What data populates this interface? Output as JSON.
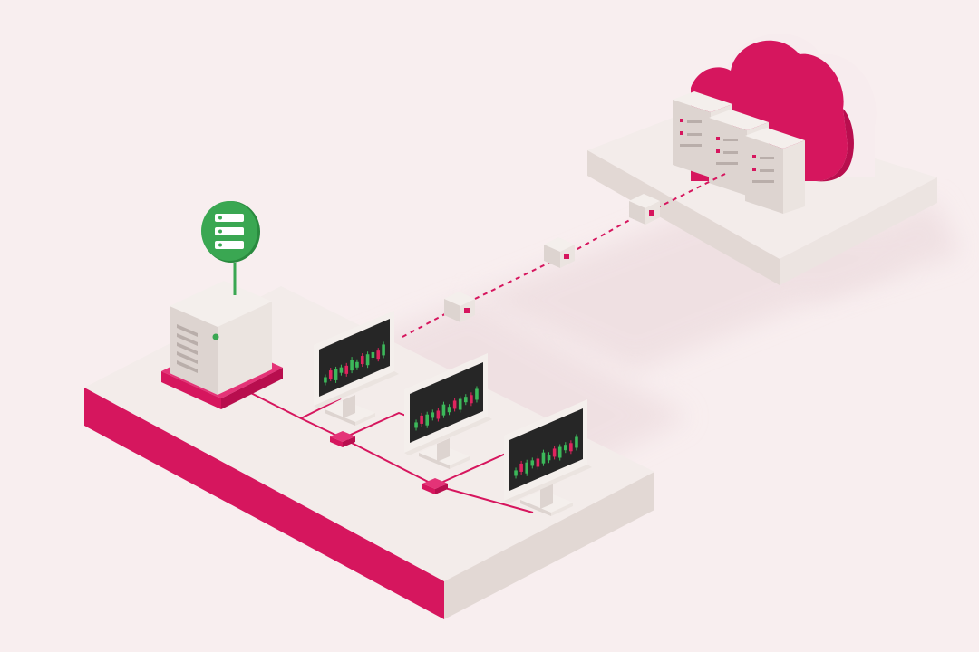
{
  "colors": {
    "background": "#f8eeef",
    "platform_top": "#f3ecea",
    "platform_side": "#e2d8d4",
    "platform_right": "#ece4e1",
    "accent": "#d6165e",
    "accent_dark": "#b80e4e",
    "accent_light": "#e43377",
    "server_top": "#f4efec",
    "server_left": "#ddd4d0",
    "server_right": "#ebe4e0",
    "status_green": "#3aa752",
    "status_green_dark": "#2a8a3f",
    "screen": "#262626",
    "candle_up": "#3cb85a",
    "candle_down": "#e0245e",
    "cloud_back": "#f7ecee"
  },
  "diagram": {
    "nodes": [
      {
        "id": "local-server",
        "icon": "server-icon",
        "status": "online",
        "status_icon": "server-status-icon"
      },
      {
        "id": "trading-monitor-1",
        "icon": "candlestick-chart-icon"
      },
      {
        "id": "trading-monitor-2",
        "icon": "candlestick-chart-icon"
      },
      {
        "id": "trading-monitor-3",
        "icon": "candlestick-chart-icon"
      },
      {
        "id": "cloud-server-1",
        "icon": "server-icon"
      },
      {
        "id": "cloud-server-2",
        "icon": "server-icon"
      },
      {
        "id": "cloud-server-3",
        "icon": "server-icon"
      },
      {
        "id": "cloud",
        "icon": "cloud-icon"
      }
    ],
    "links": [
      {
        "from": "local-server",
        "to": "trading-monitor-1",
        "style": "solid"
      },
      {
        "from": "local-server",
        "to": "trading-monitor-2",
        "style": "solid"
      },
      {
        "from": "local-server",
        "to": "trading-monitor-3",
        "style": "solid"
      },
      {
        "from": "trading-monitor-1",
        "to": "cloud-server-2",
        "style": "dashed",
        "packets": 3
      }
    ]
  }
}
